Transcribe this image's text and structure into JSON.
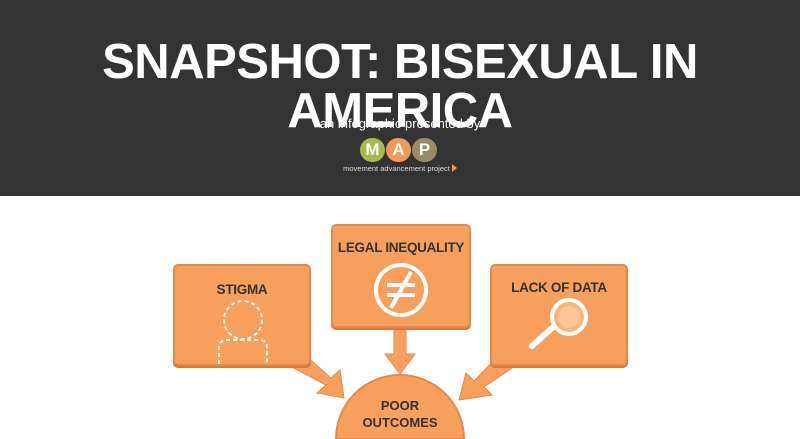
{
  "header": {
    "title": "SNAPSHOT: BISEXUAL IN AMERICA",
    "subtitle": "an infographic presented by",
    "logo": {
      "letters": [
        "M",
        "A",
        "P"
      ],
      "letter_colors": [
        "#a8b84a",
        "#f09a5a",
        "#9a8b62"
      ],
      "tagline": "movement advancement project"
    }
  },
  "diagram": {
    "boxes": [
      {
        "label": "STIGMA",
        "icon": "person-outline-icon"
      },
      {
        "label": "LEGAL INEQUALITY",
        "icon": "not-equal-icon"
      },
      {
        "label": "LACK OF DATA",
        "icon": "magnifier-icon"
      }
    ],
    "outcome": {
      "line1": "POOR",
      "line2": "OUTCOMES"
    },
    "colors": {
      "box": "#f7a05d",
      "arrow": "#f7a05d",
      "dark": "#333333"
    }
  }
}
